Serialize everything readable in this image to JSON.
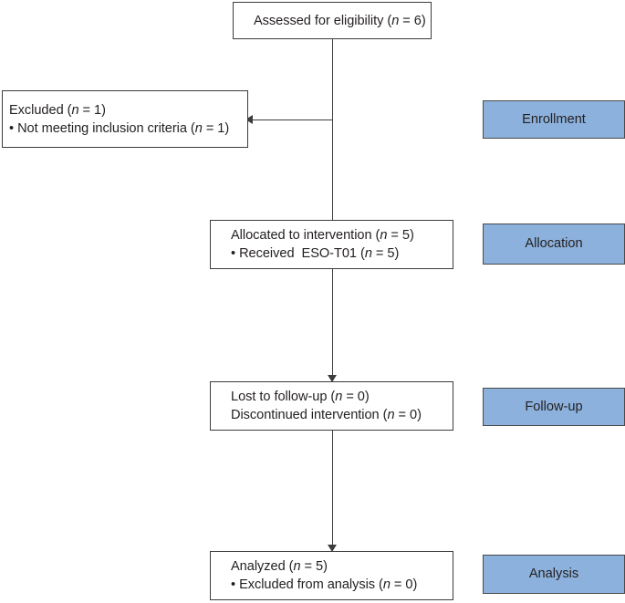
{
  "diagram": {
    "title": "CONSORT participant flow diagram",
    "colors": {
      "stage_fill": "#8CB1DC",
      "stage_border": "#4a4a4a",
      "box_border": "#3c3c3c",
      "text": "#231f20",
      "background": "#ffffff"
    },
    "boxes": [
      {
        "id": "assessed",
        "lines": [
          {
            "before": "Assessed for eligibility (",
            "italic": "n",
            "after": " = 6)"
          }
        ]
      },
      {
        "id": "excluded",
        "lines": [
          {
            "before": "Excluded (",
            "italic": "n",
            "after": " = 1)"
          },
          {
            "before": "• Not meeting inclusion criteria (",
            "italic": "n",
            "after": " = 1)"
          }
        ]
      },
      {
        "id": "allocated",
        "lines": [
          {
            "before": "Allocated to intervention (",
            "italic": "n",
            "after": " = 5)"
          },
          {
            "before": "• Received  ESO-T01 (",
            "italic": "n",
            "after": " = 5)"
          }
        ]
      },
      {
        "id": "followup",
        "lines": [
          {
            "before": "Lost to follow-up (",
            "italic": "n",
            "after": " = 0)"
          },
          {
            "before": "Discontinued intervention (",
            "italic": "n",
            "after": " = 0)"
          }
        ]
      },
      {
        "id": "analyzed",
        "lines": [
          {
            "before": "Analyzed (",
            "italic": "n",
            "after": " = 5)"
          },
          {
            "before": "• Excluded from analysis (",
            "italic": "n",
            "after": " = 0)"
          }
        ]
      }
    ],
    "stages": [
      {
        "id": "enrollment",
        "label": "Enrollment"
      },
      {
        "id": "allocation",
        "label": "Allocation"
      },
      {
        "id": "followup",
        "label": "Follow-up"
      },
      {
        "id": "analysis",
        "label": "Analysis"
      }
    ]
  }
}
